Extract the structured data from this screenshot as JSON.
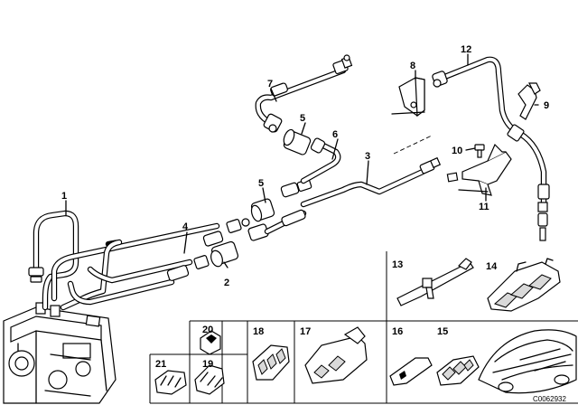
{
  "diagram": {
    "callouts": {
      "c1": "1",
      "c2": "2",
      "c3": "3",
      "c4": "4",
      "c5a": "5",
      "c5b": "5",
      "c6": "6",
      "c7": "7",
      "c8": "8",
      "c9": "9",
      "c10": "10",
      "c11": "11",
      "c12": "12",
      "c13": "13",
      "c14": "14",
      "c15": "15",
      "c16": "16",
      "c17": "17",
      "c18": "18",
      "c19": "19",
      "c20": "20",
      "c21": "21"
    },
    "catalog_code": "C0062932"
  }
}
